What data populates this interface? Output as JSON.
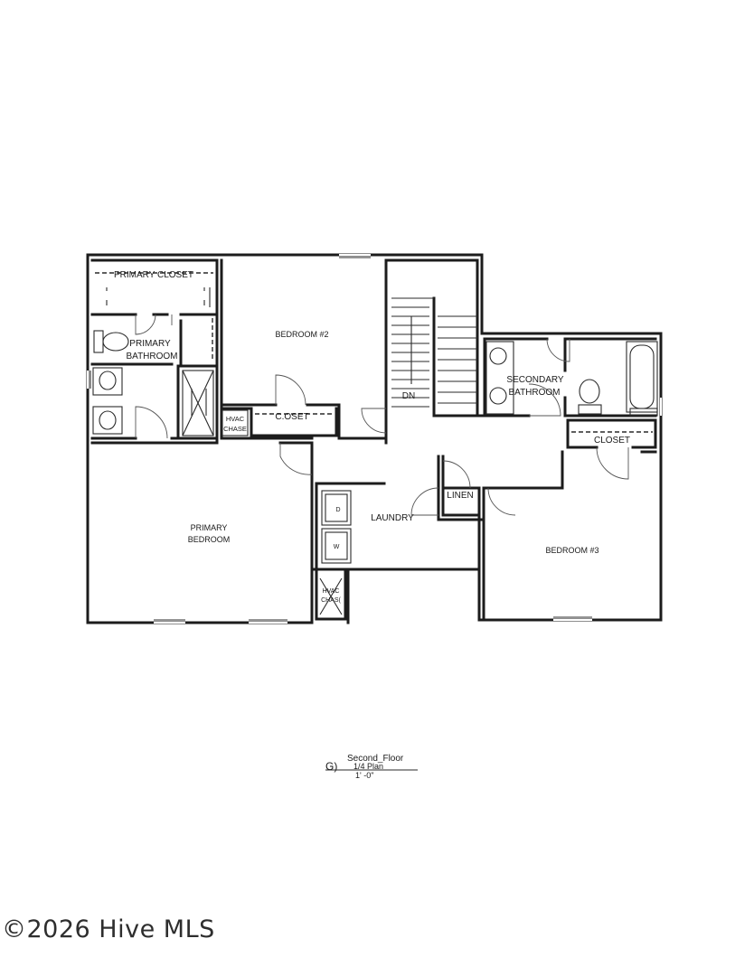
{
  "plan": {
    "rooms": {
      "primary_closet": "PRIMARY CLOSET",
      "primary_bath_1": "PRIMARY",
      "primary_bath_2": "BATHROOM",
      "bedroom_2": "BEDROOM #2",
      "closet_b2": "C.OSET",
      "hvac_1_line1": "HVAC",
      "hvac_1_line2": "CHASE",
      "stair_dn": "DN",
      "secondary_bath_1": "SECONDARY",
      "secondary_bath_2": "BATHROOM",
      "closet_b3": "CLOSET",
      "primary_bed_1": "PRIMARY",
      "primary_bed_2": "BEDROOM",
      "laundry": "LAUNDRY",
      "linen": "LINEN",
      "bedroom_3": "BEDROOM #3",
      "hvac_2_line1": "HVAC",
      "hvac_2_line2": "CHAS(",
      "dryer": "D",
      "washer": "W"
    },
    "title": {
      "marker": "G)",
      "name": "Second_Floor",
      "scale_top": "1/4 Plan",
      "scale_bottom": "1' -0\""
    }
  },
  "watermark": "©2026 Hive MLS"
}
